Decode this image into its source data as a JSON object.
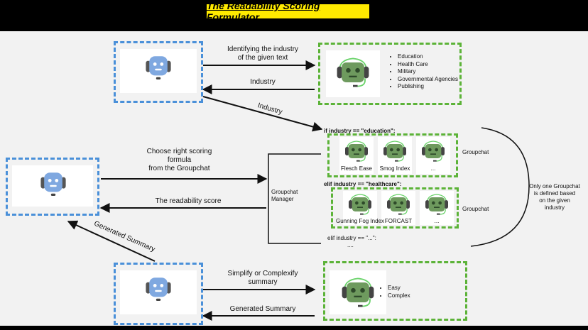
{
  "title": "The Readability Scoring Formulator",
  "edges": {
    "identify": "Identifying the industry\nof the given text",
    "industry_back": "Industry",
    "industry_diag": "Industry",
    "choose": "Choose right scoring\nformula\nfrom the Groupchat",
    "score": "The readability score",
    "gen_summary_diag": "Generated Summary",
    "simplify": "Simplify or Complexify\nsummary",
    "gen_summary_back": "Generated Summary"
  },
  "industries": [
    "Education",
    "Health Care",
    "Military",
    "Governmental Agencies",
    "Publishing"
  ],
  "manager": "Groupchat\nManager",
  "cond_education": "if industry == \"education\":",
  "cond_healthcare": "elif industry == \"healthcare\":",
  "cond_other": "elif industry == \"...\":",
  "cond_ellipsis": "....",
  "education_agents": [
    "Flesch Ease",
    "Smog Index",
    "..."
  ],
  "healthcare_agents": [
    "Gunning Fog Index",
    "FORCAST",
    "..."
  ],
  "groupchat_label": "Groupchat",
  "note": "Only one Groupchat\nis defined based\non the given\nindustry",
  "complexity_options": [
    "Easy",
    "Complex"
  ],
  "colors": {
    "blue_robot": "#4a90d9",
    "green_robot": "#5cb338",
    "title_bg": "#ffea00"
  }
}
